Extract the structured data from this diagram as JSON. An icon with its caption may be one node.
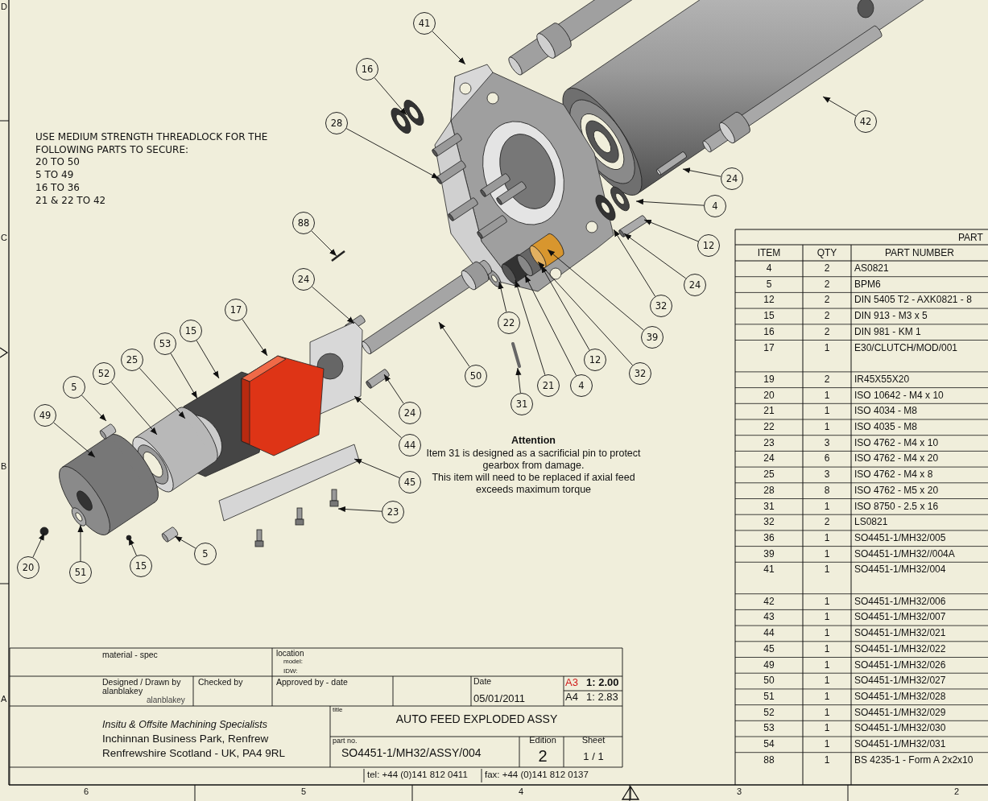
{
  "diagram": {
    "title": "AUTO FEED EXPLODED ASSY",
    "nodes": [
      {
        "text": [
          "41"
        ]
      },
      {
        "text": [
          "16"
        ]
      },
      {
        "text": [
          "42"
        ]
      },
      {
        "text": [
          "28"
        ]
      },
      {
        "text": [
          "24"
        ]
      },
      {
        "text": [
          "4"
        ]
      },
      {
        "text": [
          "88"
        ]
      },
      {
        "text": [
          "12"
        ]
      },
      {
        "text": [
          "24"
        ]
      },
      {
        "text": [
          "24"
        ]
      },
      {
        "text": [
          "32"
        ]
      },
      {
        "text": [
          "17"
        ]
      },
      {
        "text": [
          "22"
        ]
      },
      {
        "text": [
          "15"
        ]
      },
      {
        "text": [
          "39"
        ]
      },
      {
        "text": [
          "53"
        ]
      },
      {
        "text": [
          "12"
        ]
      },
      {
        "text": [
          "25"
        ]
      },
      {
        "text": [
          "32"
        ]
      },
      {
        "text": [
          "52"
        ]
      },
      {
        "text": [
          "50"
        ]
      },
      {
        "text": [
          "21"
        ]
      },
      {
        "text": [
          "4"
        ]
      },
      {
        "text": [
          "5"
        ]
      },
      {
        "text": [
          "31"
        ]
      },
      {
        "text": [
          "24"
        ]
      },
      {
        "text": [
          "49"
        ]
      },
      {
        "text": [
          "44"
        ]
      },
      {
        "text": [
          "45"
        ]
      },
      {
        "text": [
          "23"
        ]
      },
      {
        "text": [
          "5"
        ]
      },
      {
        "text": [
          "20"
        ]
      },
      {
        "text": [
          "15"
        ]
      },
      {
        "text": [
          "51"
        ]
      },
      {
        "text": [],
        "shape": "pin"
      }
    ],
    "edges": [
      {
        "from": 0,
        "to": null,
        "arrow": "to"
      },
      {
        "from": 1,
        "to": null,
        "arrow": "to"
      },
      {
        "from": 2,
        "to": null,
        "arrow": "to"
      },
      {
        "from": 3,
        "to": null,
        "arrow": "to"
      },
      {
        "from": 4,
        "to": null,
        "arrow": "to"
      },
      {
        "from": 5,
        "to": null,
        "arrow": "to"
      },
      {
        "from": 6,
        "to": null,
        "arrow": "to"
      },
      {
        "from": 7,
        "to": null,
        "arrow": "to"
      },
      {
        "from": 8,
        "to": null,
        "arrow": "to"
      },
      {
        "from": 9,
        "to": null,
        "arrow": "to"
      },
      {
        "from": 10,
        "to": null,
        "arrow": "to"
      },
      {
        "from": 11,
        "to": null,
        "arrow": "to"
      },
      {
        "from": 12,
        "to": null,
        "arrow": "to"
      },
      {
        "from": 13,
        "to": null,
        "arrow": "to"
      },
      {
        "from": 14,
        "to": null,
        "arrow": "to"
      },
      {
        "from": 15,
        "to": null,
        "arrow": "to"
      },
      {
        "from": 16,
        "to": null,
        "arrow": "to"
      },
      {
        "from": 17,
        "to": null,
        "arrow": "to"
      },
      {
        "from": 18,
        "to": null,
        "arrow": "to"
      },
      {
        "from": 19,
        "to": null,
        "arrow": "to"
      },
      {
        "from": 20,
        "to": null,
        "arrow": "to"
      },
      {
        "from": 21,
        "to": null,
        "arrow": "to"
      },
      {
        "from": 22,
        "to": null,
        "arrow": "to"
      },
      {
        "from": 23,
        "to": null,
        "arrow": "to"
      },
      {
        "from": 24,
        "to": 34,
        "arrow": "to"
      },
      {
        "from": 25,
        "to": null,
        "arrow": "to"
      },
      {
        "from": 26,
        "to": null,
        "arrow": "to"
      },
      {
        "from": 27,
        "to": null,
        "arrow": "to"
      },
      {
        "from": 28,
        "to": null,
        "arrow": "to"
      },
      {
        "from": 29,
        "to": null,
        "arrow": "to"
      },
      {
        "from": 30,
        "to": null,
        "arrow": "to"
      },
      {
        "from": 31,
        "to": null,
        "arrow": "to"
      },
      {
        "from": 32,
        "to": null,
        "arrow": "to"
      },
      {
        "from": 33,
        "to": null,
        "arrow": "to"
      }
    ],
    "labels": [
      "D",
      "USE MEDIUM STRENGTH THREADLOCK FOR THE FOLLOWING PARTS TO SECURE:",
      "20 TO 50",
      "5 TO 49",
      "16 TO 36",
      "21 & 22 TO 42",
      "C",
      "PART",
      "ITEM",
      "QTY",
      "PART NUMBER",
      "4",
      "2",
      "AS0821",
      "5",
      "2",
      "BPM6",
      "12",
      "2",
      "DIN 5405 T2 - AXK0821 - 8",
      "15",
      "2",
      "DIN 913 - M3 x 5",
      "16",
      "2",
      "DIN 981 - KM 1",
      "17",
      "1",
      "E30/CLUTCH/MOD/001",
      "19",
      "2",
      "IR45X55X20",
      "20",
      "1",
      "ISO 10642  - M4  x  10",
      "21",
      "1",
      "ISO 4034 - M8",
      "22",
      "1",
      "ISO 4035 - M8",
      "23",
      "3",
      "ISO 4762 - M4 x 10",
      "24",
      "6",
      "ISO 4762 - M4 x 20",
      "25",
      "3",
      "ISO 4762 - M4 x 8",
      "28",
      "8",
      "ISO 4762 - M5 x 20",
      "31",
      "1",
      "ISO 8750 - 2.5 x 16",
      "32",
      "2",
      "LS0821",
      "36",
      "1",
      "SO4451-1/MH32/005",
      "39",
      "1",
      "SO4451-1/MH32//004A",
      "41",
      "1",
      "SO4451-1/MH32/004",
      "42",
      "1",
      "SO4451-1/MH32/006",
      "43",
      "1",
      "SO4451-1/MH32/007",
      "44",
      "1",
      "SO4451-1/MH32/021",
      "45",
      "1",
      "SO4451-1/MH32/022",
      "49",
      "1",
      "SO4451-1/MH32/026",
      "50",
      "1",
      "SO4451-1/MH32/027",
      "51",
      "1",
      "SO4451-1/MH32/028",
      "52",
      "1",
      "SO4451-1/MH32/029",
      "53",
      "1",
      "SO4451-1/MH32/030",
      "54",
      "1",
      "SO4451-1/MH32/031",
      "88",
      "1",
      "BS 4235-1 - Form A 2x2x10",
      "Attention",
      "Item 31 is designed as a sacrificial pin to protect gearbox from damage.",
      "This item will need to be replaced if axial feed exceeds maximum torque",
      "B",
      "A",
      "material - spec",
      "location",
      "model:",
      "IDW:",
      "Designed / Drawn by",
      "alanblakey",
      "alanblakey",
      "Checked by",
      "Approved by - date",
      "Date",
      "05/01/2011",
      "A3",
      "1: 2.00",
      "A4",
      "1: 2.83",
      "Insitu & Offsite Machining Specialists",
      "Inchinnan Business Park, Renfrew",
      "Renfrewshire Scotland - UK,  PA4 9RL",
      "title",
      "part no.",
      "SO4451-1/MH32/ASSY/004",
      "Edition",
      "2",
      "Sheet",
      "1 / 1",
      "tel: +44 (0)141 812 0411",
      "fax: +44 (0)141 812 0137",
      "6",
      "5",
      "4",
      "3",
      "2"
    ]
  }
}
